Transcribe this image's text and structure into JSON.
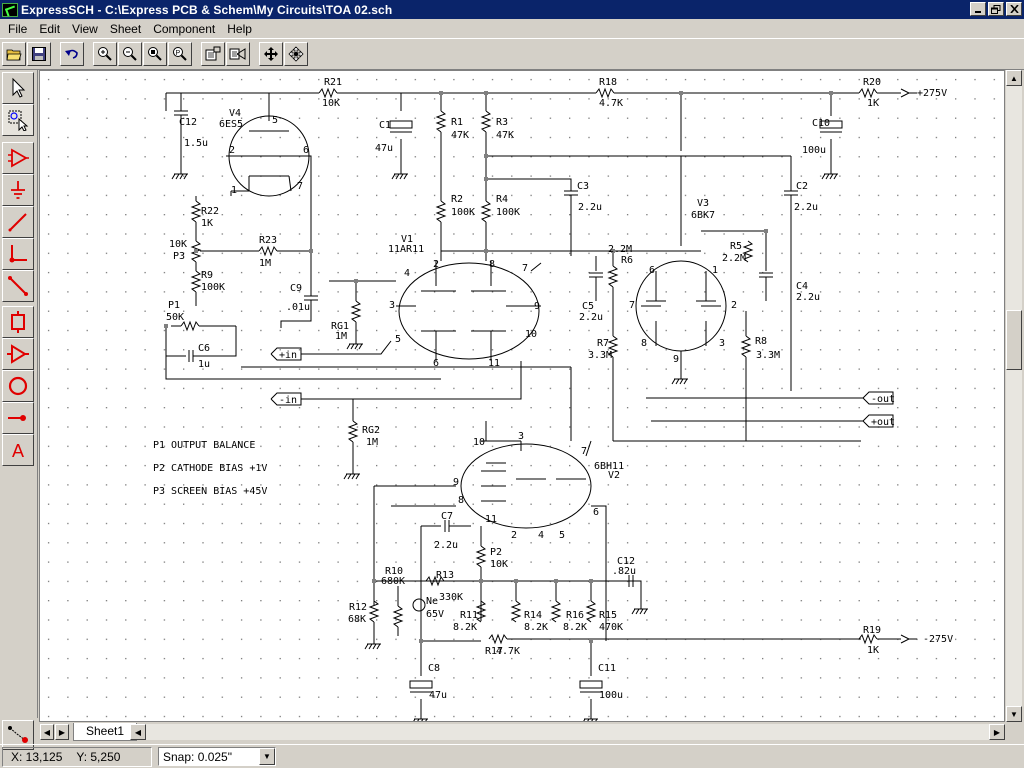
{
  "window": {
    "title": "ExpressSCH - C:\\Express PCB & Schem\\My Circuits\\TOA 02.sch"
  },
  "menu": [
    "File",
    "Edit",
    "View",
    "Sheet",
    "Component",
    "Help"
  ],
  "status": {
    "x": "X: 13,125",
    "y": "Y: 5,250",
    "snap": "Snap: 0.025\""
  },
  "tabs": [
    "Sheet1"
  ],
  "schematic": {
    "labels": {
      "r21": "R21",
      "r21v": "10K",
      "r18": "R18",
      "r18v": "4.7K",
      "r20": "R20",
      "r20v": "1K",
      "p275": "+275V",
      "c12a": "C12",
      "c12av": "1.5u",
      "v4": "V4",
      "v4t": "6ES5",
      "c1": "C1",
      "c1v": "47u",
      "r1": "R1",
      "r1v": "47K",
      "r3": "R3",
      "r3v": "47K",
      "c10": "C10",
      "c10v": "100u",
      "c3": "C3",
      "c3v": "2.2u",
      "c2": "C2",
      "c2v": "2.2u",
      "r22": "R22",
      "r22v": "1K",
      "r2": "R2",
      "r2v": "100K",
      "r4": "R4",
      "r4v": "100K",
      "v3": "V3",
      "v3t": "6BK7",
      "r23": "R23",
      "r23v": "1M",
      "p3v": "10K",
      "p3": "P3",
      "v1": "V1",
      "v1t": "11AR11",
      "r6v": "2.2M",
      "r6": "R6",
      "r5": "R5",
      "r5v": "2.2M",
      "r9": "R9",
      "r9v": "100K",
      "c9": "C9",
      "c9v": ".01u",
      "c5": "C5",
      "c5v": "2.2u",
      "c4": "C4",
      "c4v": "2.2u",
      "p1": "P1",
      "p1v": "50K",
      "rg1": "RG1",
      "rg1v": "1M",
      "c6": "C6",
      "c6v": "1u",
      "r7": "R7",
      "r7v": "3.3M",
      "r8": "R8",
      "r8v": "3.3M",
      "pin": "+in",
      "nin": "-in",
      "pout": "+out",
      "nout": "-out",
      "rg2": "RG2",
      "rg2v": "1M",
      "note1": "P1 OUTPUT BALANCE",
      "note2": "P2 CATHODE BIAS +1V",
      "note3": "P3 SCREEN BIAS +45V",
      "v2": "V2",
      "v2t": "6BH11",
      "c7": "C7",
      "c7v": "2.2u",
      "p2": "P2",
      "p2v": "10K",
      "c12b": "C12",
      "c12bv": ".82u",
      "r10": "R10",
      "r10v": "680K",
      "r13": "R13",
      "r13v": "330K",
      "ne": "Ne",
      "nev": "65V",
      "r12": "R12",
      "r12v": "68K",
      "r11": "R11",
      "r11v": "8.2K",
      "r14": "R14",
      "r14v": "8.2K",
      "r16": "R16",
      "r16v": "8.2K",
      "r15": "R15",
      "r15v": "470K",
      "r17": "R17",
      "r17v": "4.7K",
      "r19": "R19",
      "r19v": "1K",
      "n275": "-275V",
      "c8": "C8",
      "c8v": "47u",
      "c11": "C11",
      "c11v": "100u"
    }
  }
}
